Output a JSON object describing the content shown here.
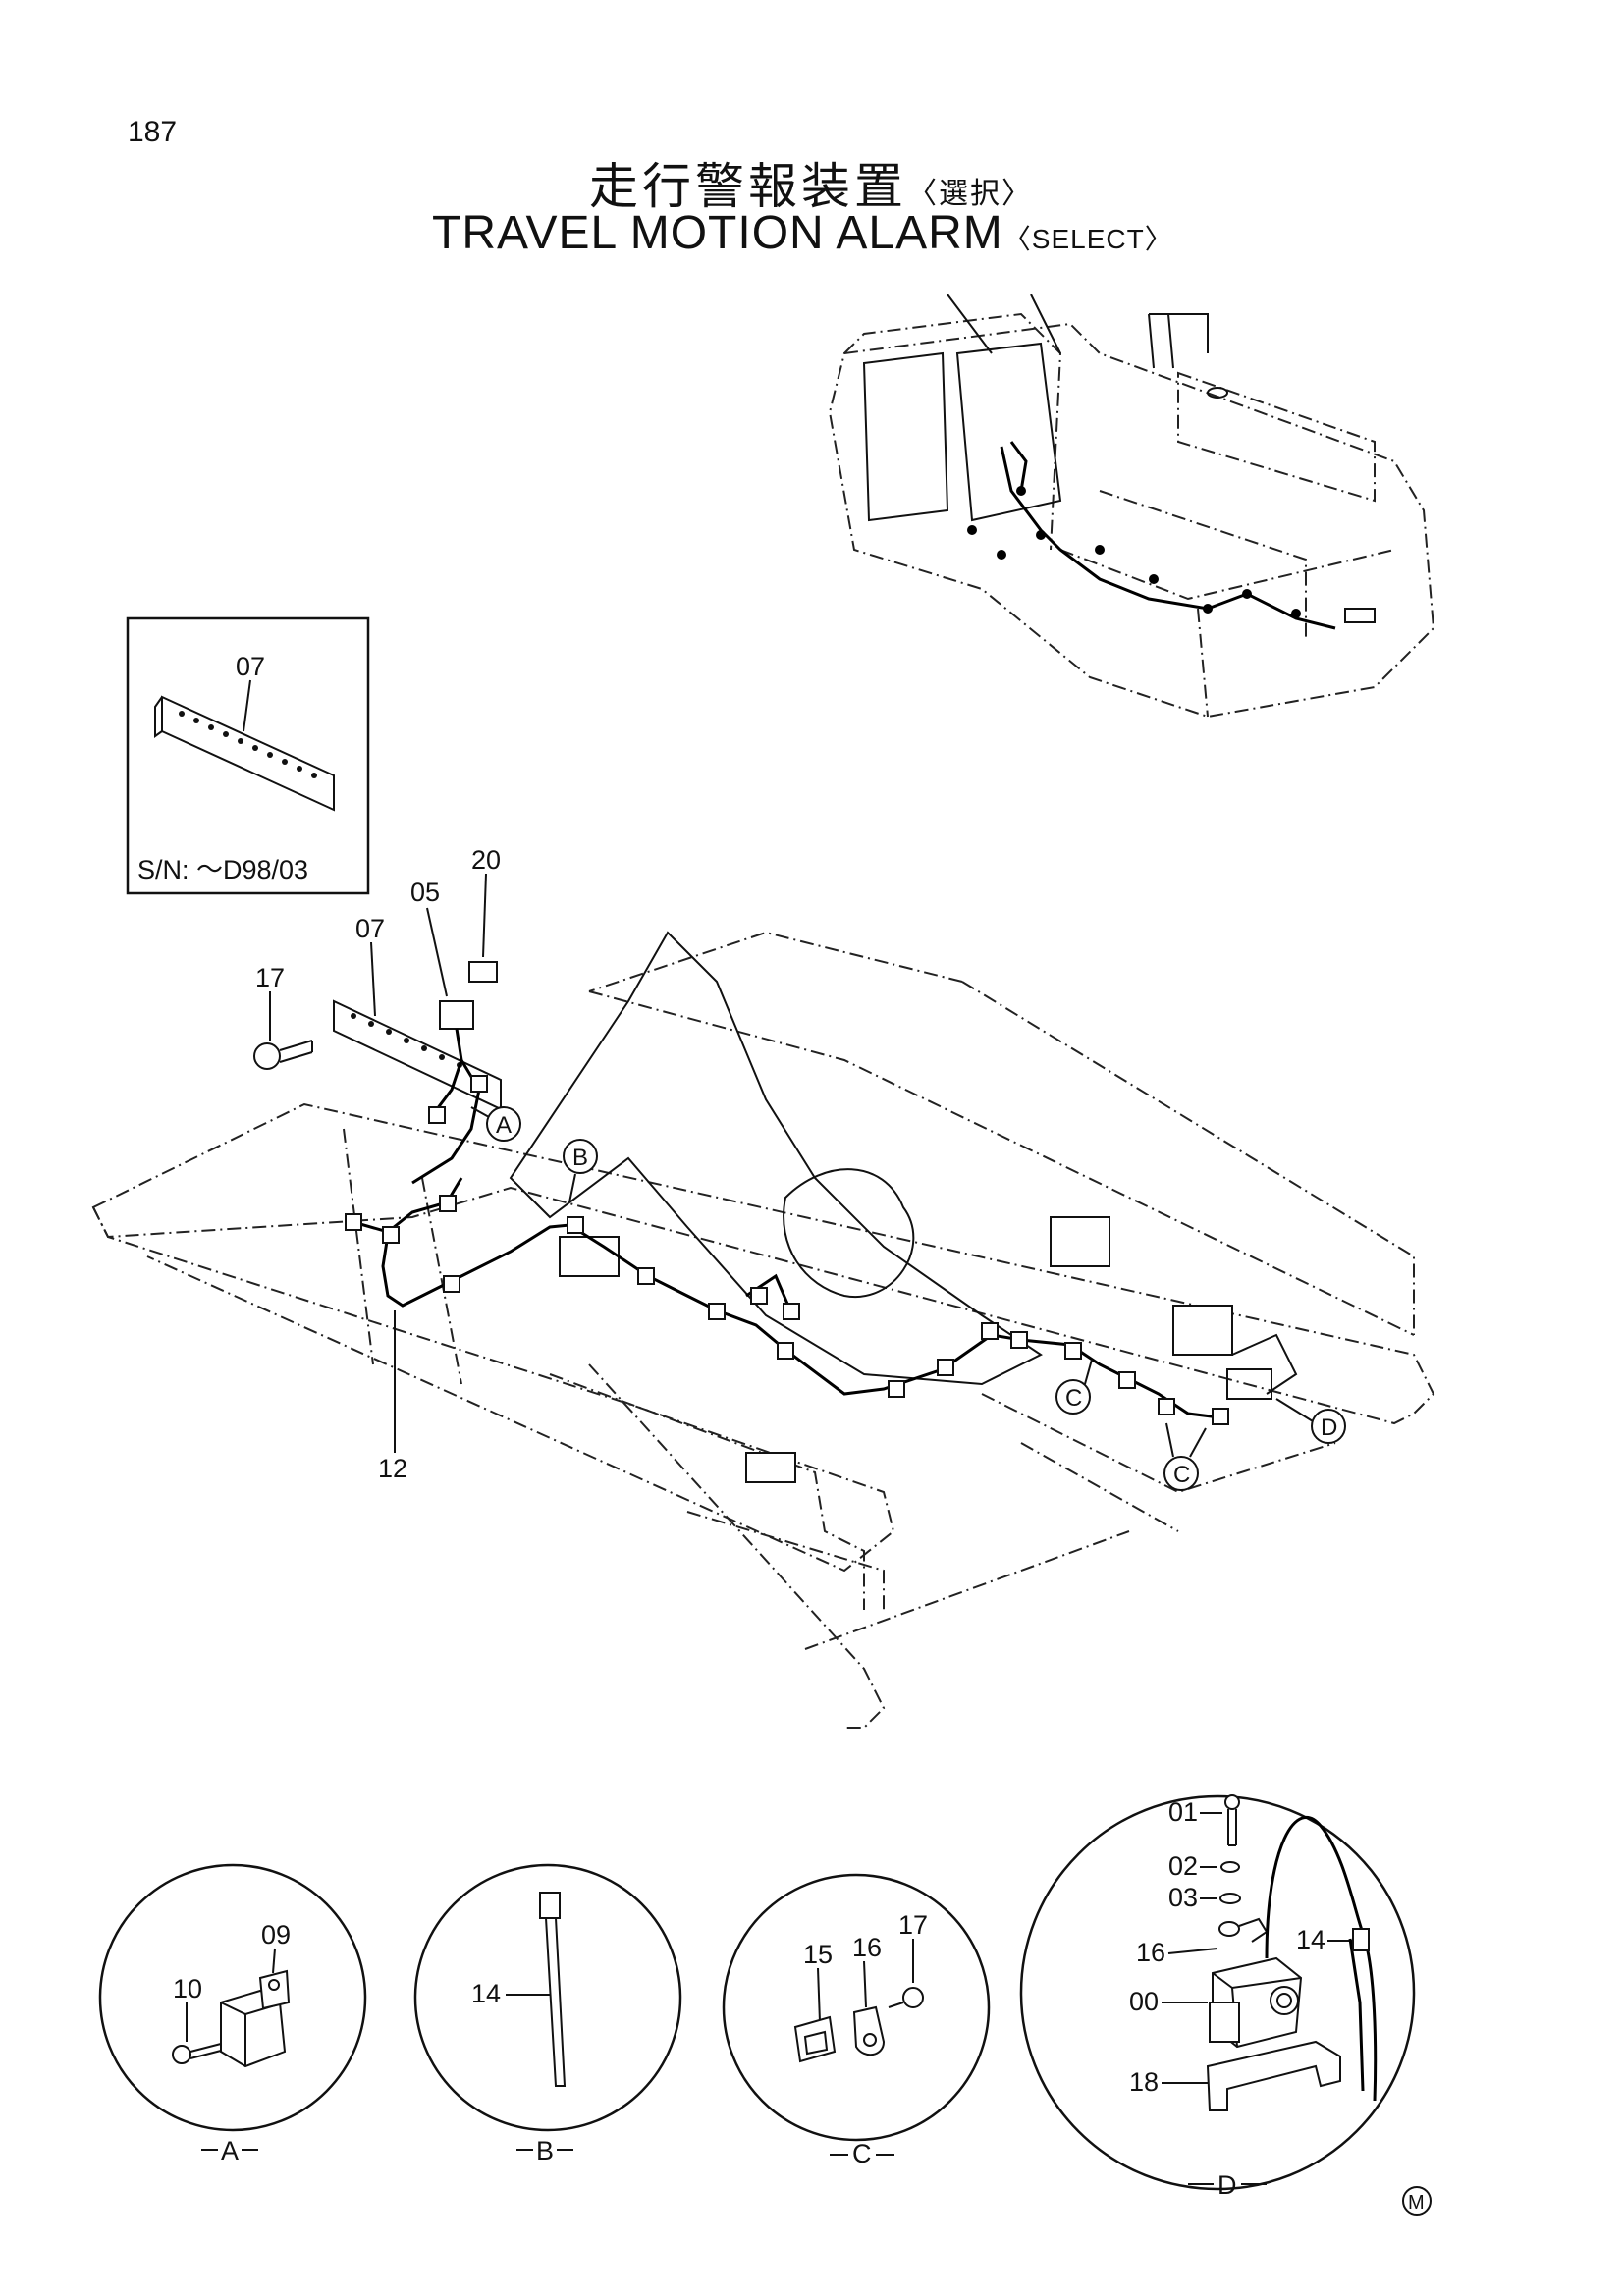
{
  "page_number": "187",
  "title_jp": "走行警報装置",
  "title_jp_sub": "〈選択〉",
  "title_en": "TRAVEL MOTION ALARM",
  "title_en_sub": "〈SELECT〉",
  "inset": {
    "part": "07",
    "serial_note": "S/N: ～D98/03"
  },
  "callouts": {
    "p17": "17",
    "p07": "07",
    "p05": "05",
    "p20": "20",
    "p12": "12",
    "refA": "A",
    "refB": "B",
    "refC1": "C",
    "refC2": "C",
    "refD": "D"
  },
  "detail_A": {
    "label": "A",
    "parts": [
      "09",
      "10"
    ]
  },
  "detail_B": {
    "label": "B",
    "parts": [
      "14"
    ]
  },
  "detail_C": {
    "label": "C",
    "parts": [
      "15",
      "16",
      "17"
    ]
  },
  "detail_D": {
    "label": "D",
    "parts": [
      "01",
      "02",
      "03",
      "16",
      "14",
      "00",
      "18"
    ]
  },
  "mark": "M"
}
